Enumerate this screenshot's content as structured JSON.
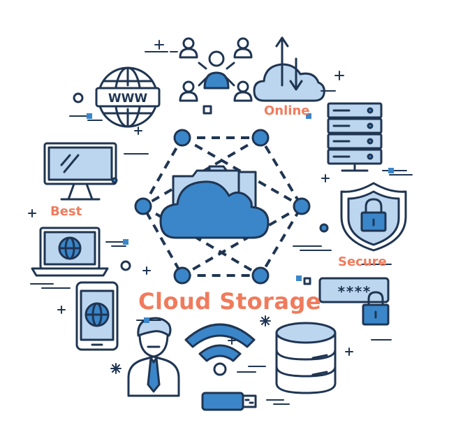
{
  "labels": {
    "title": "Cloud Storage",
    "online": "Online",
    "best": "Best",
    "secure": "Secure"
  },
  "icons": {
    "www_text": "WWW",
    "password_mask": "****"
  },
  "colors": {
    "outline": "#1f3552",
    "fill_light": "#bcd6ef",
    "fill_blue": "#3b86c9",
    "accent_orange": "#f07b5c"
  }
}
